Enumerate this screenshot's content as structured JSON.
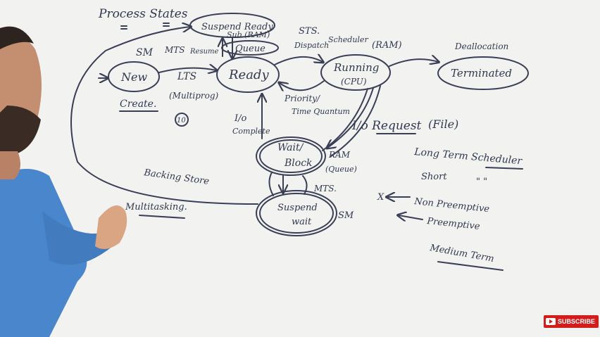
{
  "board": {
    "title": "Process States",
    "states": {
      "new": "New",
      "ready": "Ready",
      "running": "Running",
      "running_sub": "(CPU)",
      "terminated": "Terminated",
      "wait_line1": "Wait/",
      "wait_line2": "Block",
      "suspend_wait_line1": "Suspend",
      "suspend_wait_line2": "wait",
      "suspend_ready": "Suspend Ready"
    },
    "labels": {
      "sm_top": "SM",
      "mts_top": "MTS",
      "resume": "Resume",
      "sub_ram": "Sub (RAM)",
      "queue": "Queue",
      "lts": "LTS",
      "multiprog": "(Multiprog)",
      "create": "Create.",
      "ten": "10",
      "sts": "STS.",
      "dispatch": "Dispatch",
      "scheduler": "Scheduler",
      "ram_top": "(RAM)",
      "deallocation": "Deallocation",
      "priority": "Priority/",
      "time_quantum": "Time Quantum",
      "io_complete_line1": "I/o",
      "io_complete_line2": "Complete",
      "io_request": "I/o Request",
      "file": "(File)",
      "ram_queue_line1": "RAM",
      "ram_queue_line2": "(Queue)",
      "mts_bottom": "MTS.",
      "sm_bottom": "SM",
      "backing_store": "Backing Store",
      "multitasking": "Multitasking."
    },
    "notes": {
      "long_term": "Long Term Scheduler",
      "short": "Short",
      "ditto": "\" \"",
      "cross": "X",
      "non_preemptive": "Non Preemptive",
      "preemptive": "Preemptive",
      "medium_term": "Medium Term"
    }
  },
  "overlay": {
    "subscribe_label": "SUBSCRIBE"
  },
  "colors": {
    "board": "#f2f2f0",
    "ink": "#3a3f56",
    "shirt": "#4a86cc",
    "subscribe": "#d31d1d"
  }
}
